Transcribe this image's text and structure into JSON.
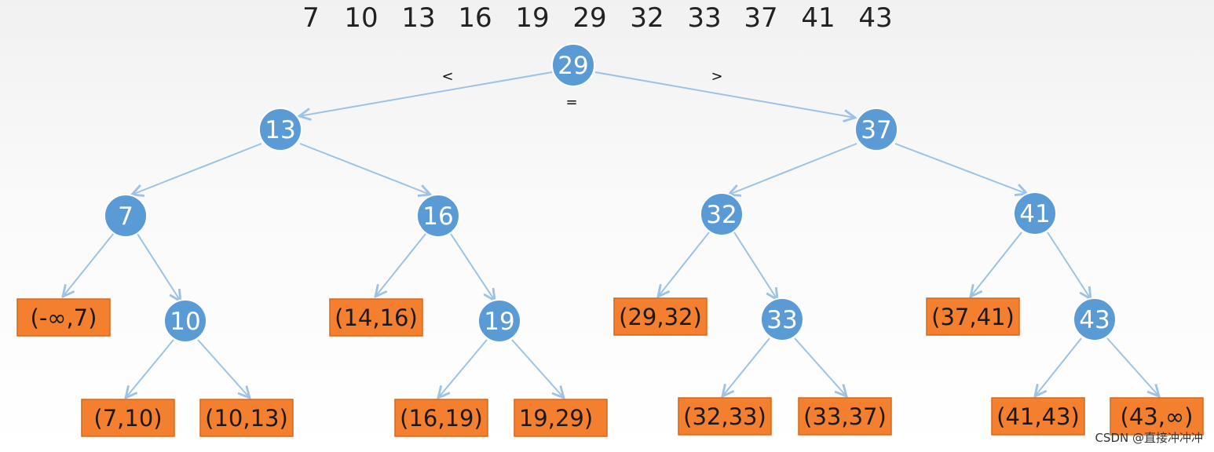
{
  "sequence": [
    "7",
    "10",
    "13",
    "16",
    "19",
    "29",
    "32",
    "33",
    "37",
    "41",
    "43"
  ],
  "comparators": {
    "less": "<",
    "equal": "=",
    "greater": ">"
  },
  "tree": {
    "value": "29",
    "children": [
      {
        "value": "13",
        "children": [
          {
            "value": "7",
            "children": [
              {
                "leaf": "(-∞,7)"
              },
              {
                "value": "10",
                "children": [
                  {
                    "leaf": "(7,10)"
                  },
                  {
                    "leaf": "(10,13)"
                  }
                ]
              }
            ]
          },
          {
            "value": "16",
            "children": [
              {
                "leaf": "(14,16)"
              },
              {
                "value": "19",
                "children": [
                  {
                    "leaf": "(16,19)"
                  },
                  {
                    "leaf": "19,29)"
                  }
                ]
              }
            ]
          }
        ]
      },
      {
        "value": "37",
        "children": [
          {
            "value": "32",
            "children": [
              {
                "leaf": "(29,32)"
              },
              {
                "value": "33",
                "children": [
                  {
                    "leaf": "(32,33)"
                  },
                  {
                    "leaf": "(33,37)"
                  }
                ]
              }
            ]
          },
          {
            "value": "41",
            "children": [
              {
                "leaf": "(37,41)"
              },
              {
                "value": "43",
                "children": [
                  {
                    "leaf": "(41,43)"
                  },
                  {
                    "leaf": "(43,∞)"
                  }
                ]
              }
            ]
          }
        ]
      }
    ]
  },
  "watermark": "CSDN @直接冲冲冲",
  "colors": {
    "node": "#5b9bd5",
    "leaf": "#f47f2f",
    "edge": "#9cc3e6"
  }
}
